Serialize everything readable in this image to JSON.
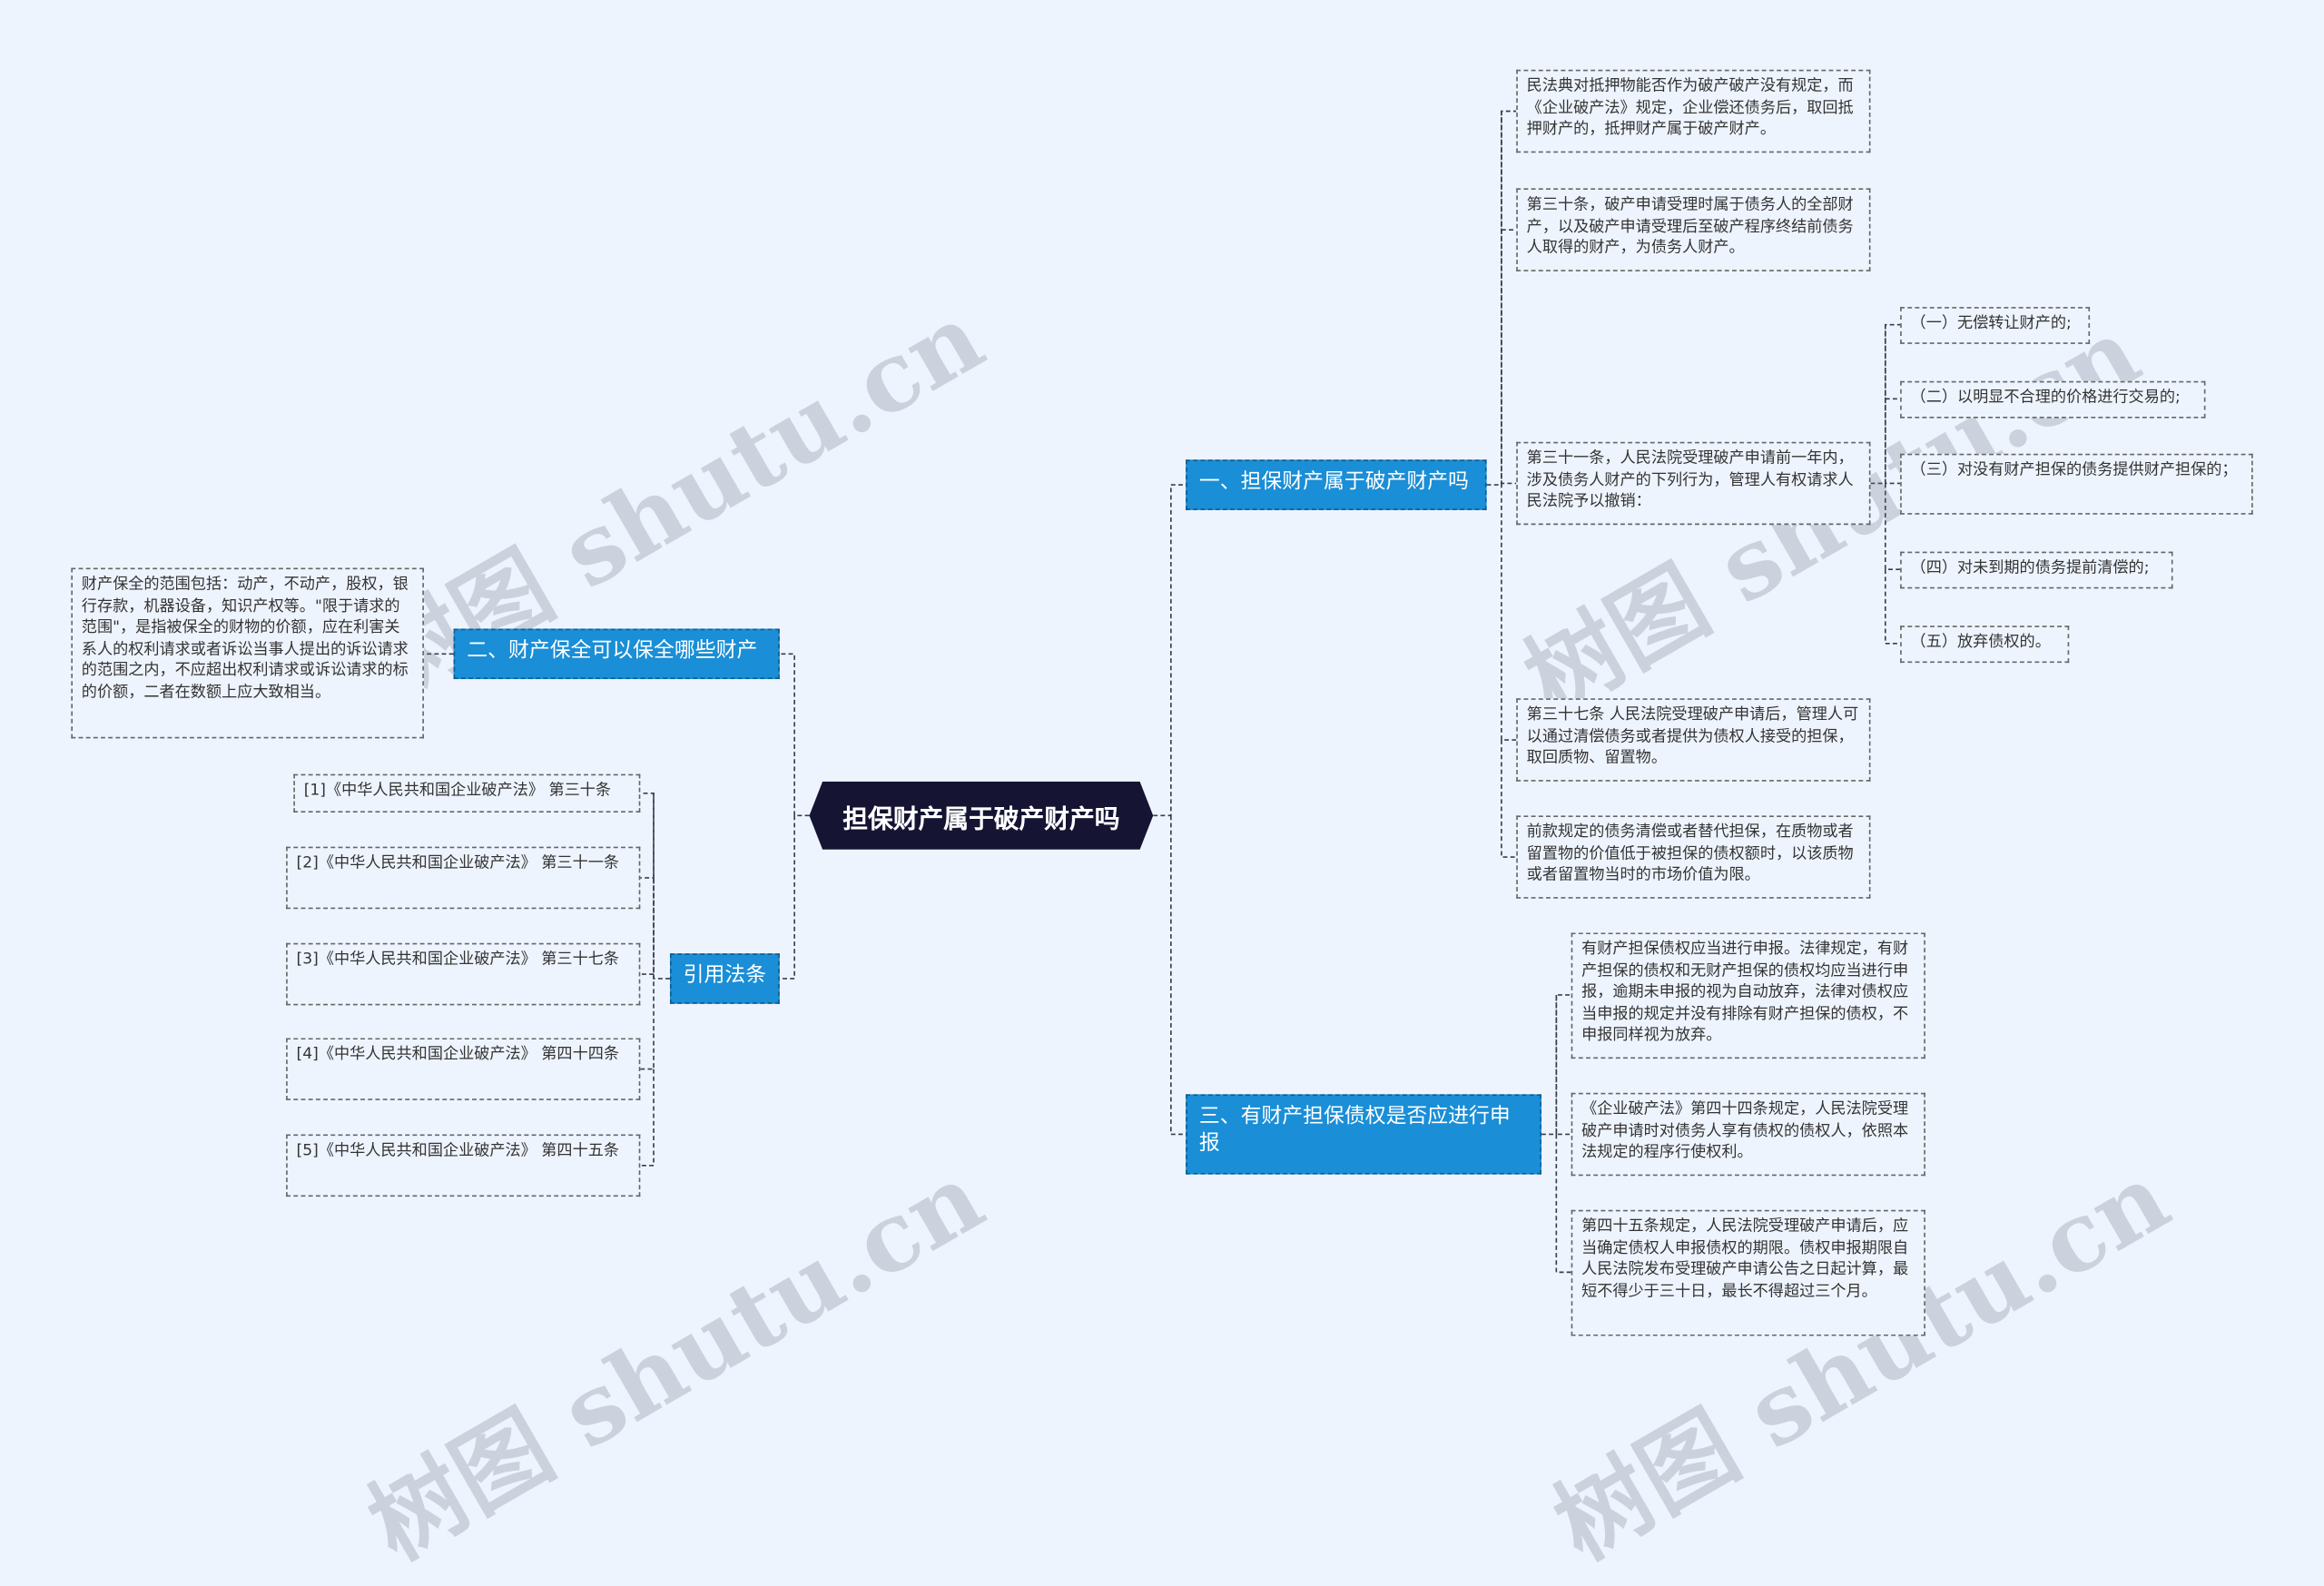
{
  "root": {
    "title": "担保财产属于破产财产吗"
  },
  "branches": {
    "b1": "一、担保财产属于破产财产吗",
    "b2": "二、财产保全可以保全哪些财产",
    "b3": "三、有财产担保债权是否应进行申报",
    "b4": "引用法条"
  },
  "b1_children": [
    "民法典对抵押物能否作为破产破产没有规定，而《企业破产法》规定，企业偿还债务后，取回抵押财产的，抵押财产属于破产财产。",
    "第三十条，破产申请受理时属于债务人的全部财产，以及破产申请受理后至破产程序终结前债务人取得的财产，为债务人财产。",
    "第三十一条，人民法院受理破产申请前一年内，涉及债务人财产的下列行为，管理人有权请求人民法院予以撤销：",
    "第三十七条 人民法院受理破产申请后，管理人可以通过清偿债务或者提供为债权人接受的担保，取回质物、留置物。",
    "前款规定的债务清偿或者替代担保，在质物或者留置物的价值低于被担保的债权额时，以该质物或者留置物当时的市场价值为限。"
  ],
  "art31_items": [
    "（一）无偿转让财产的;",
    "（二）以明显不合理的价格进行交易的;",
    "（三）对没有财产担保的债务提供财产担保的；",
    "（四）对未到期的债务提前清偿的;",
    "（五）放弃债权的。"
  ],
  "b2_child": "财产保全的范围包括：动产，不动产，股权，银行存款，机器设备，知识产权等。\"限于请求的范围\"，是指被保全的财物的价额，应在利害关系人的权利请求或者诉讼当事人提出的诉讼请求的范围之内，不应超出权利请求或诉讼请求的标的价额，二者在数额上应大致相当。",
  "b3_children": [
    "有财产担保债权应当进行申报。法律规定，有财产担保的债权和无财产担保的债权均应当进行申报，逾期未申报的视为自动放弃，法律对债权应当申报的规定并没有排除有财产担保的债权，不申报同样视为放弃。",
    "《企业破产法》第四十四条规定，人民法院受理破产申请时对债务人享有债权的债权人，依照本法规定的程序行使权利。",
    "第四十五条规定，人民法院受理破产申请后，应当确定债权人申报债权的期限。债权申报期限自人民法院发布受理破产申请公告之日起计算，最短不得少于三十日，最长不得超过三个月。"
  ],
  "citations": [
    "[1]《中华人民共和国企业破产法》 第三十条",
    "[2]《中华人民共和国企业破产法》 第三十一条",
    "[3]《中华人民共和国企业破产法》 第三十七条",
    "[4]《中华人民共和国企业破产法》 第四十四条",
    "[5]《中华人民共和国企业破产法》 第四十五条"
  ],
  "watermark": "树图 shutu.cn"
}
